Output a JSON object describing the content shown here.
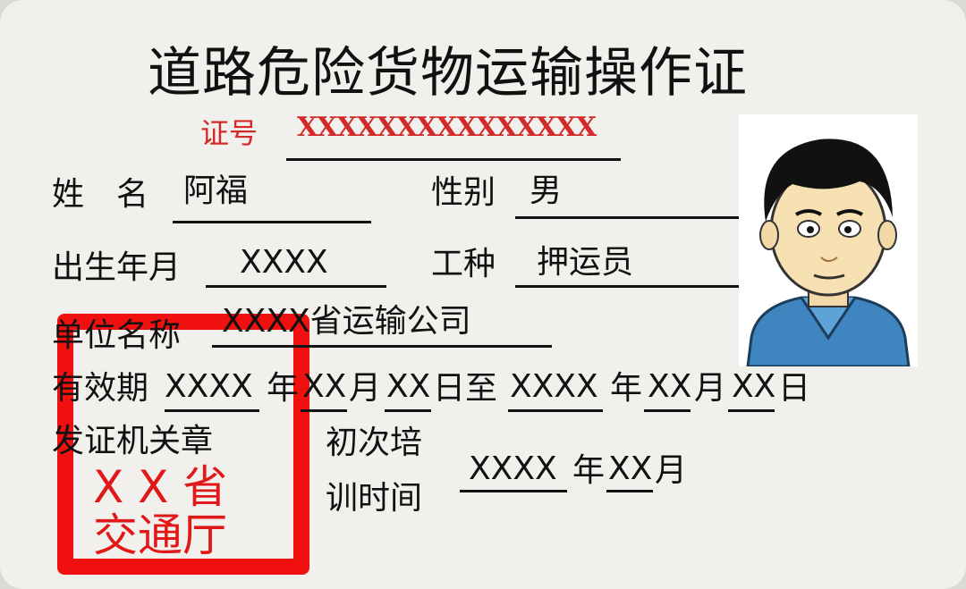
{
  "title": "道路危险货物运输操作证",
  "cert_no": {
    "label": "证号",
    "value": "XXXXXXXXXXXXXXX"
  },
  "name": {
    "label": "姓　名",
    "value": "阿福"
  },
  "gender": {
    "label": "性别",
    "value": "男"
  },
  "birth": {
    "label": "出生年月",
    "value": "XXXX"
  },
  "job": {
    "label": "工种",
    "value": "押运员"
  },
  "company": {
    "label": "单位名称",
    "value": "XXXX省运输公司"
  },
  "validity": {
    "label": "有效期",
    "y1": "XXXX",
    "nian1": "年",
    "m1": "XX",
    "yue1": "月",
    "d1": "XX",
    "ri_zhi": "日至",
    "y2": "XXXX",
    "nian2": "年",
    "m2": "XX",
    "yue2": "月",
    "d2": "XX",
    "ri2": "日"
  },
  "issuer": {
    "label": "发证机关章"
  },
  "training": {
    "label1": "初次培",
    "label2": "训时间",
    "year": "XXXX",
    "nian": "年",
    "month": "XX",
    "yue": "月"
  },
  "stamp": {
    "line1": "X X 省",
    "line2": "交通厅"
  },
  "colors": {
    "stamp": "#f01010",
    "cert_no": "#d22a2a",
    "card": "#f2f0ec"
  }
}
